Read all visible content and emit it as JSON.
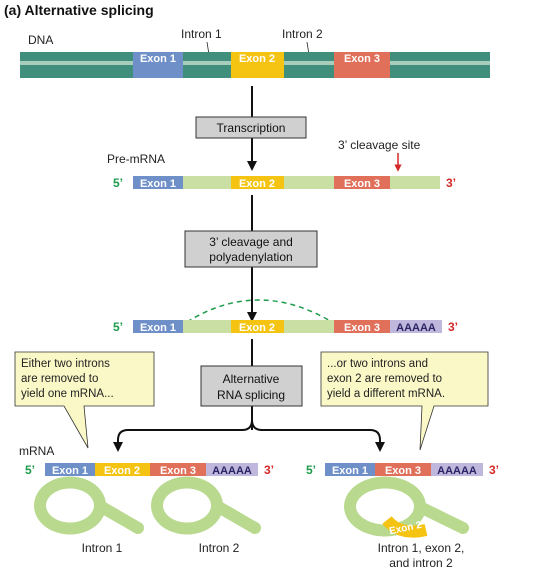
{
  "title": "(a) Alternative splicing",
  "labels": {
    "dna": "DNA",
    "intron1": "Intron 1",
    "intron2": "Intron 2",
    "pre_mrna": "Pre-mRNA",
    "cleavage_site": "3’ cleavage site",
    "mrna": "mRNA",
    "five_prime": "5’",
    "three_prime": "3’"
  },
  "exons": {
    "exon1": "Exon 1",
    "exon2": "Exon 2",
    "exon3": "Exon 3"
  },
  "polya": "AAAAA",
  "steps": {
    "transcription": "Transcription",
    "cleavage_line1": "3’ cleavage and",
    "cleavage_line2": "polyadenylation",
    "splicing_line1": "Alternative",
    "splicing_line2": "RNA splicing"
  },
  "callouts": {
    "left": [
      "Either two introns",
      "are removed to",
      "yield one mRNA..."
    ],
    "right": [
      "...or two introns and",
      "exon 2 are removed to",
      "yield a different mRNA."
    ]
  },
  "products": {
    "intron1": "Intron 1",
    "intron2": "Intron 2",
    "lariat_exon2": "Exon 2",
    "combo_line1": "Intron 1, exon 2,",
    "combo_line2": "and intron 2"
  },
  "colors": {
    "dna_strand": "#3f8f7c",
    "dna_mid": "#a9cdbd",
    "rna": "#c9dfa3",
    "exon1": "#6f8fc9",
    "exon2": "#f5c413",
    "exon3": "#e0705a",
    "polya": "#bfb8dc",
    "five_prime": "#1e9b4b",
    "three_prime": "#d62828",
    "callout": "#fbf8c7",
    "step_box": "#d0d0d0",
    "lariat": "#b8d98e"
  }
}
